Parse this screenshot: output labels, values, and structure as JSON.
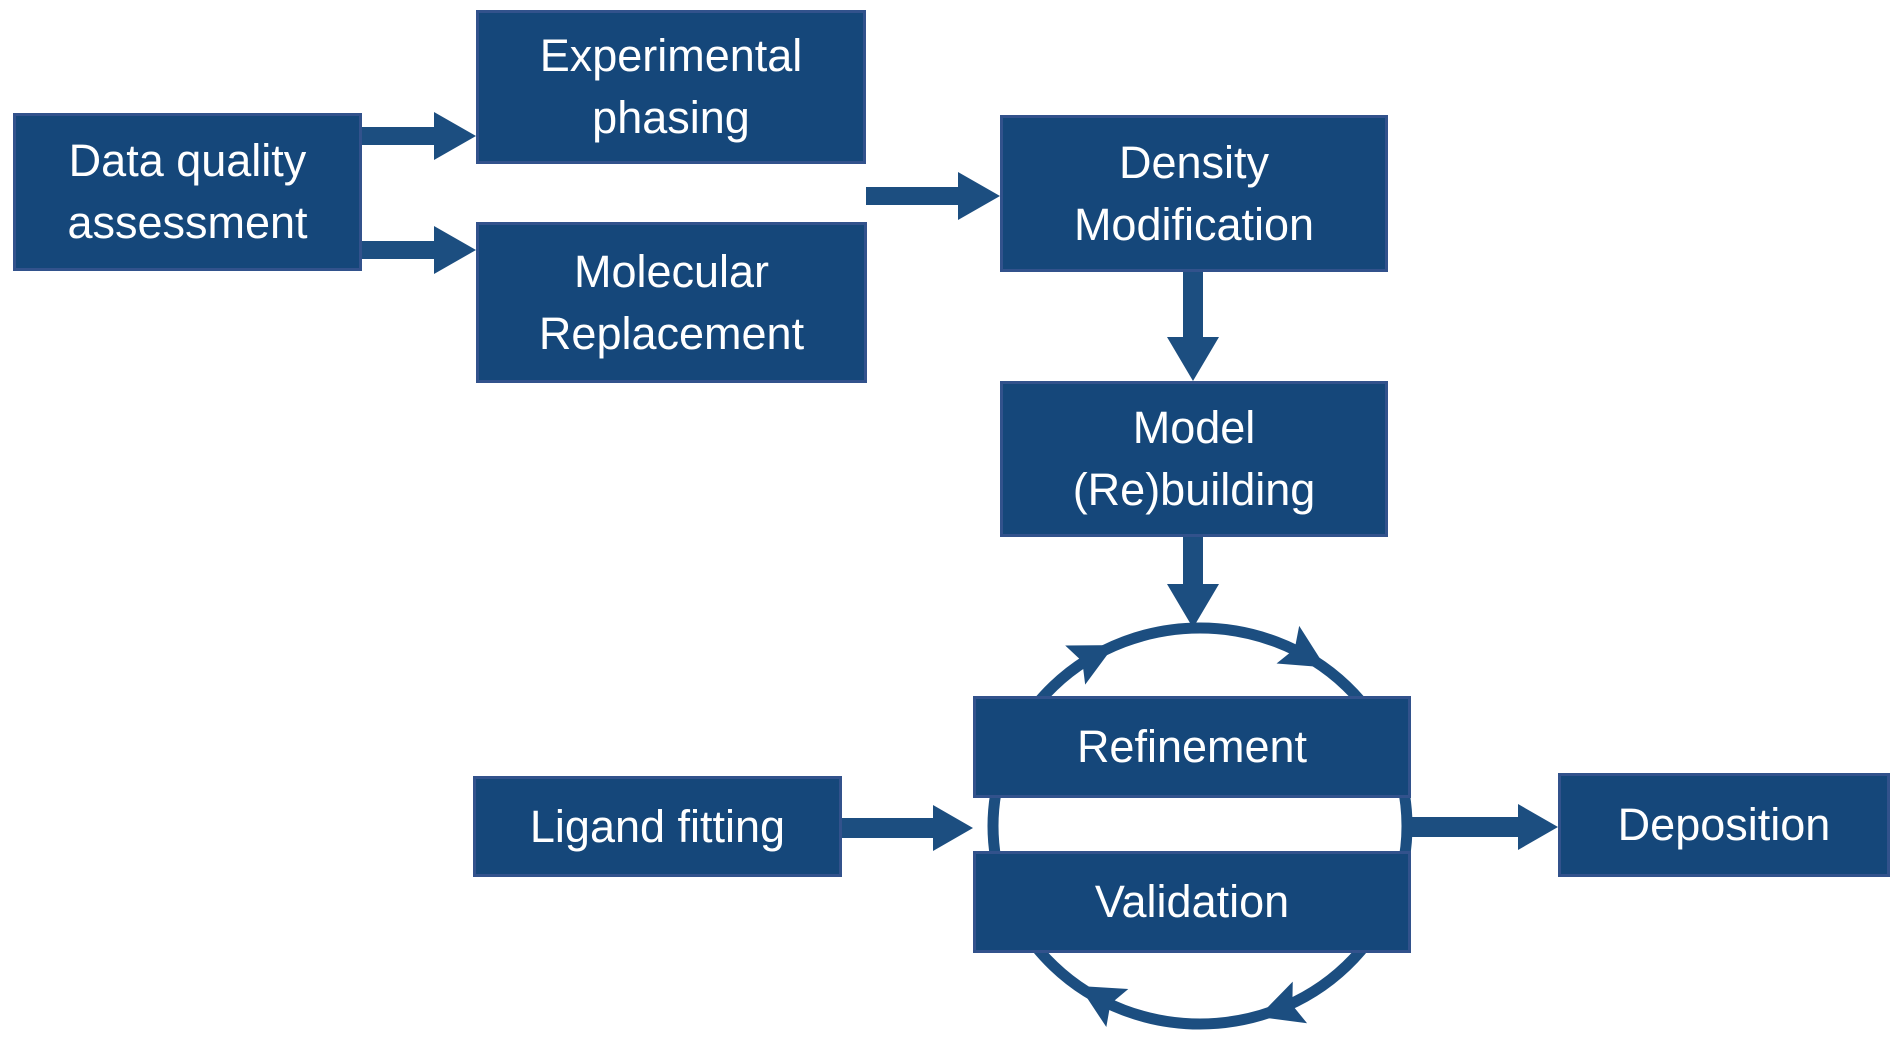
{
  "colors": {
    "background": "#FFFFFF",
    "box_fill": "#15477A",
    "box_border": "#32528C",
    "arrow": "#1C4E80",
    "text": "#FFFFFF"
  },
  "nodes": {
    "dqa": {
      "label": "Data quality\nassessment"
    },
    "exp": {
      "label": "Experimental\nphasing"
    },
    "mol": {
      "label": "Molecular\nReplacement"
    },
    "den": {
      "label": "Density\nModification"
    },
    "mod": {
      "label": "Model\n(Re)building"
    },
    "ref": {
      "label": "Refinement"
    },
    "val": {
      "label": "Validation"
    },
    "lig": {
      "label": "Ligand fitting"
    },
    "dep": {
      "label": "Deposition"
    }
  },
  "edges": [
    {
      "from": "data-quality-assessment",
      "to": "experimental-phasing"
    },
    {
      "from": "data-quality-assessment",
      "to": "molecular-replacement"
    },
    {
      "from": "experimental-phasing & molecular-replacement",
      "to": "density-modification"
    },
    {
      "from": "density-modification",
      "to": "model-rebuilding"
    },
    {
      "from": "model-rebuilding",
      "to": "refinement-validation-cycle"
    },
    {
      "from": "ligand-fitting",
      "to": "refinement-validation-cycle"
    },
    {
      "from": "refinement-validation-cycle",
      "to": "deposition"
    }
  ],
  "cycle": {
    "members": [
      "Refinement",
      "Validation"
    ],
    "direction": "clockwise",
    "arrowhead_count": 4
  }
}
